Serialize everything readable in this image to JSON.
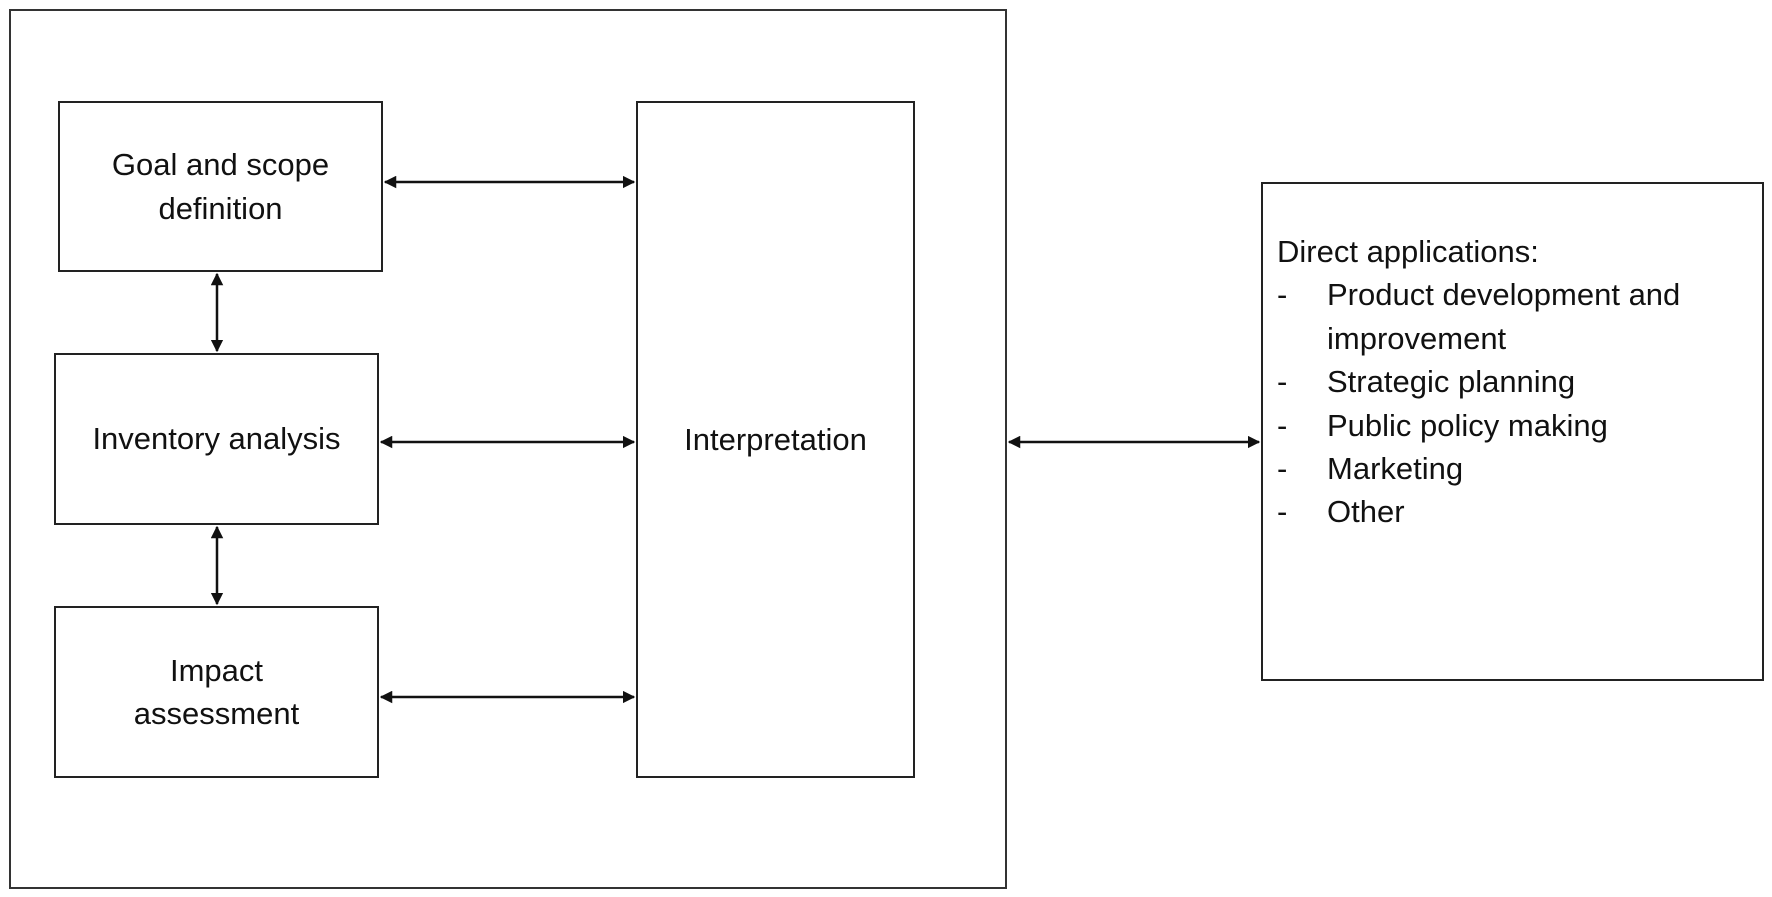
{
  "stages": {
    "goal_line1": "Goal and scope",
    "goal_line2": "definition",
    "inventory": "Inventory analysis",
    "impact_line1": "Impact",
    "impact_line2": "assessment",
    "interpretation": "Interpretation"
  },
  "applications": {
    "title": "Direct applications:",
    "bullet": "-",
    "items": [
      {
        "line1": "Product development and",
        "line2": "improvement"
      },
      {
        "line1": "Strategic planning"
      },
      {
        "line1": "Public policy making"
      },
      {
        "line1": "Marketing"
      },
      {
        "line1": "Other"
      }
    ]
  }
}
